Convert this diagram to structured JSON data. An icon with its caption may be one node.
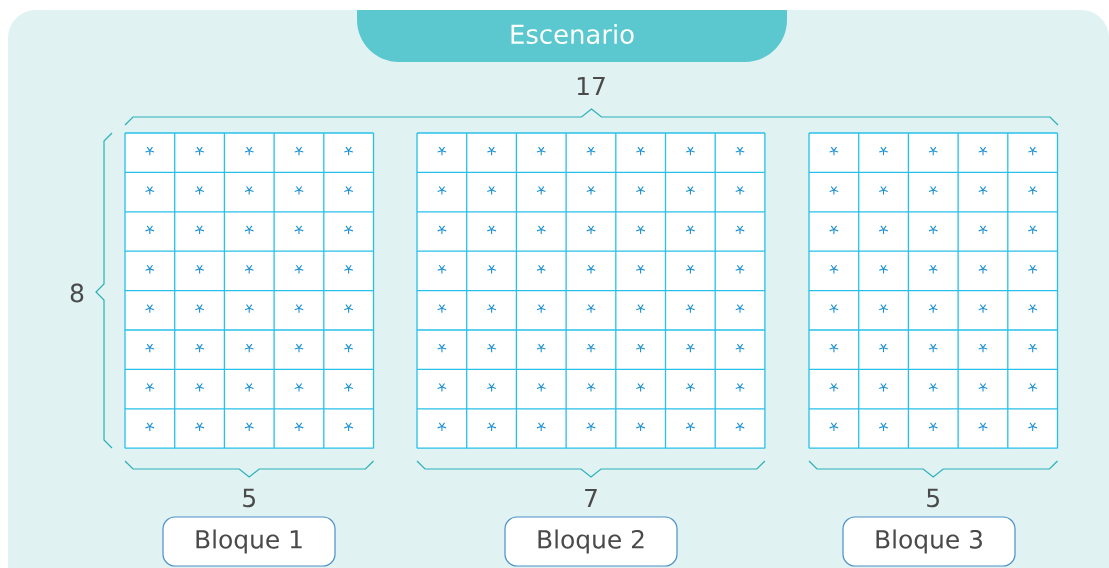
{
  "diagram": {
    "nodes": [
      {
        "text": [
          "Escenario"
        ]
      },
      {
        "text": [
          "Bloque 1"
        ]
      },
      {
        "text": [
          "Bloque 2"
        ]
      },
      {
        "text": [
          "Bloque 3"
        ]
      }
    ],
    "labels": [
      "17",
      "8",
      "5",
      "7",
      "5"
    ]
  }
}
